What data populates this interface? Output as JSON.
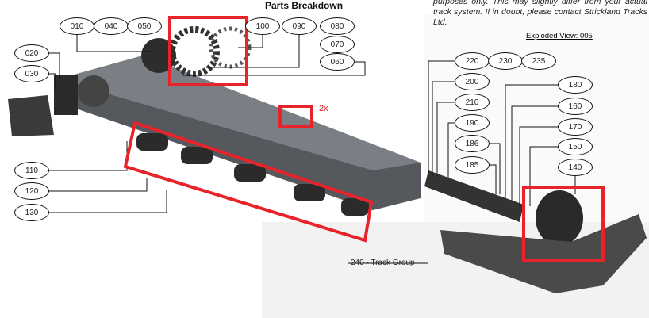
{
  "title": "Parts Breakdown",
  "note": "purposes only. This may slightly differ from your actual track system. If in doubt, please contact Strickland Tracks Ltd.",
  "exploded_view": "Exploded View:   005",
  "quantity_note": "2x",
  "track_group_label": "240 - Track Group",
  "callouts": [
    "010",
    "040",
    "050",
    "100",
    "090",
    "080",
    "070",
    "060",
    "020",
    "030",
    "110",
    "120",
    "130",
    "220",
    "230",
    "235",
    "200",
    "210",
    "190",
    "186",
    "185",
    "180",
    "160",
    "170",
    "150",
    "140"
  ],
  "highlight_color": "#e8232a"
}
